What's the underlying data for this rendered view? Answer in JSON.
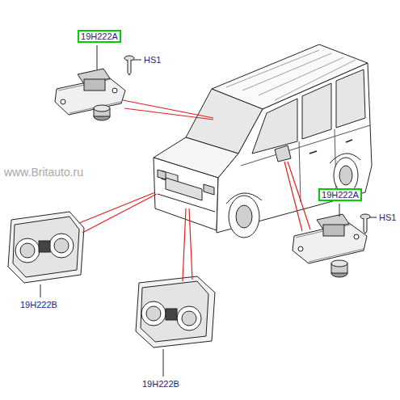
{
  "diagram": {
    "nodes": [
      {
        "text": [
          "19H222A"
        ]
      },
      {
        "text": [
          "19H222A"
        ]
      }
    ],
    "labels": [
      "HS1",
      "www.Britauto.ru",
      "HS1",
      "19H222B",
      "19H222B"
    ]
  }
}
